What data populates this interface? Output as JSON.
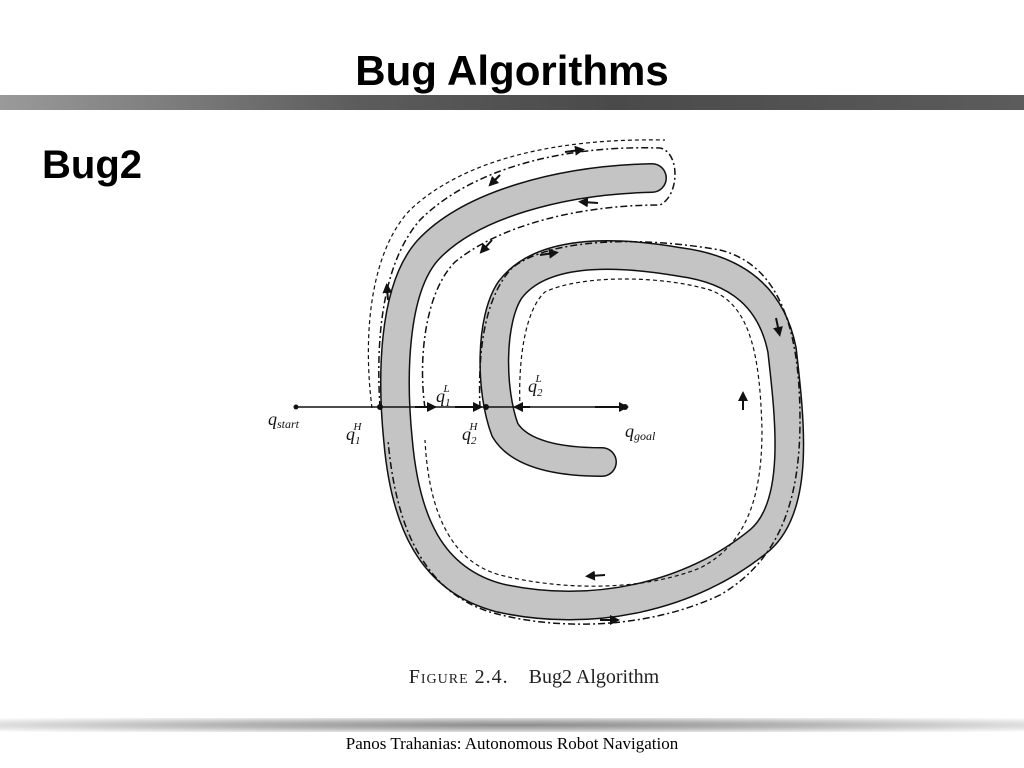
{
  "slide": {
    "title": "Bug Algorithms",
    "subtitle": "Bug2",
    "footer": "Panos Trahanias: Autonomous Robot Navigation"
  },
  "figure": {
    "caption_prefix": "Figure 2.4.",
    "caption_text": "Bug2 Algorithm",
    "labels": {
      "q_start_base": "q",
      "q_start_sub": "start",
      "q_goal_base": "q",
      "q_goal_sub": "goal",
      "q1H_base": "q",
      "q1H_sub": "1",
      "q1H_sup": "H",
      "q1L_base": "q",
      "q1L_sub": "1",
      "q1L_sup": "L",
      "q2H_base": "q",
      "q2H_sub": "2",
      "q2H_sup": "H",
      "q2L_base": "q",
      "q2L_sub": "2",
      "q2L_sup": "L"
    }
  },
  "colors": {
    "obstacle_fill": "#c4c4c4",
    "stroke": "#111111",
    "rule_dark": "#4a4a4a"
  }
}
